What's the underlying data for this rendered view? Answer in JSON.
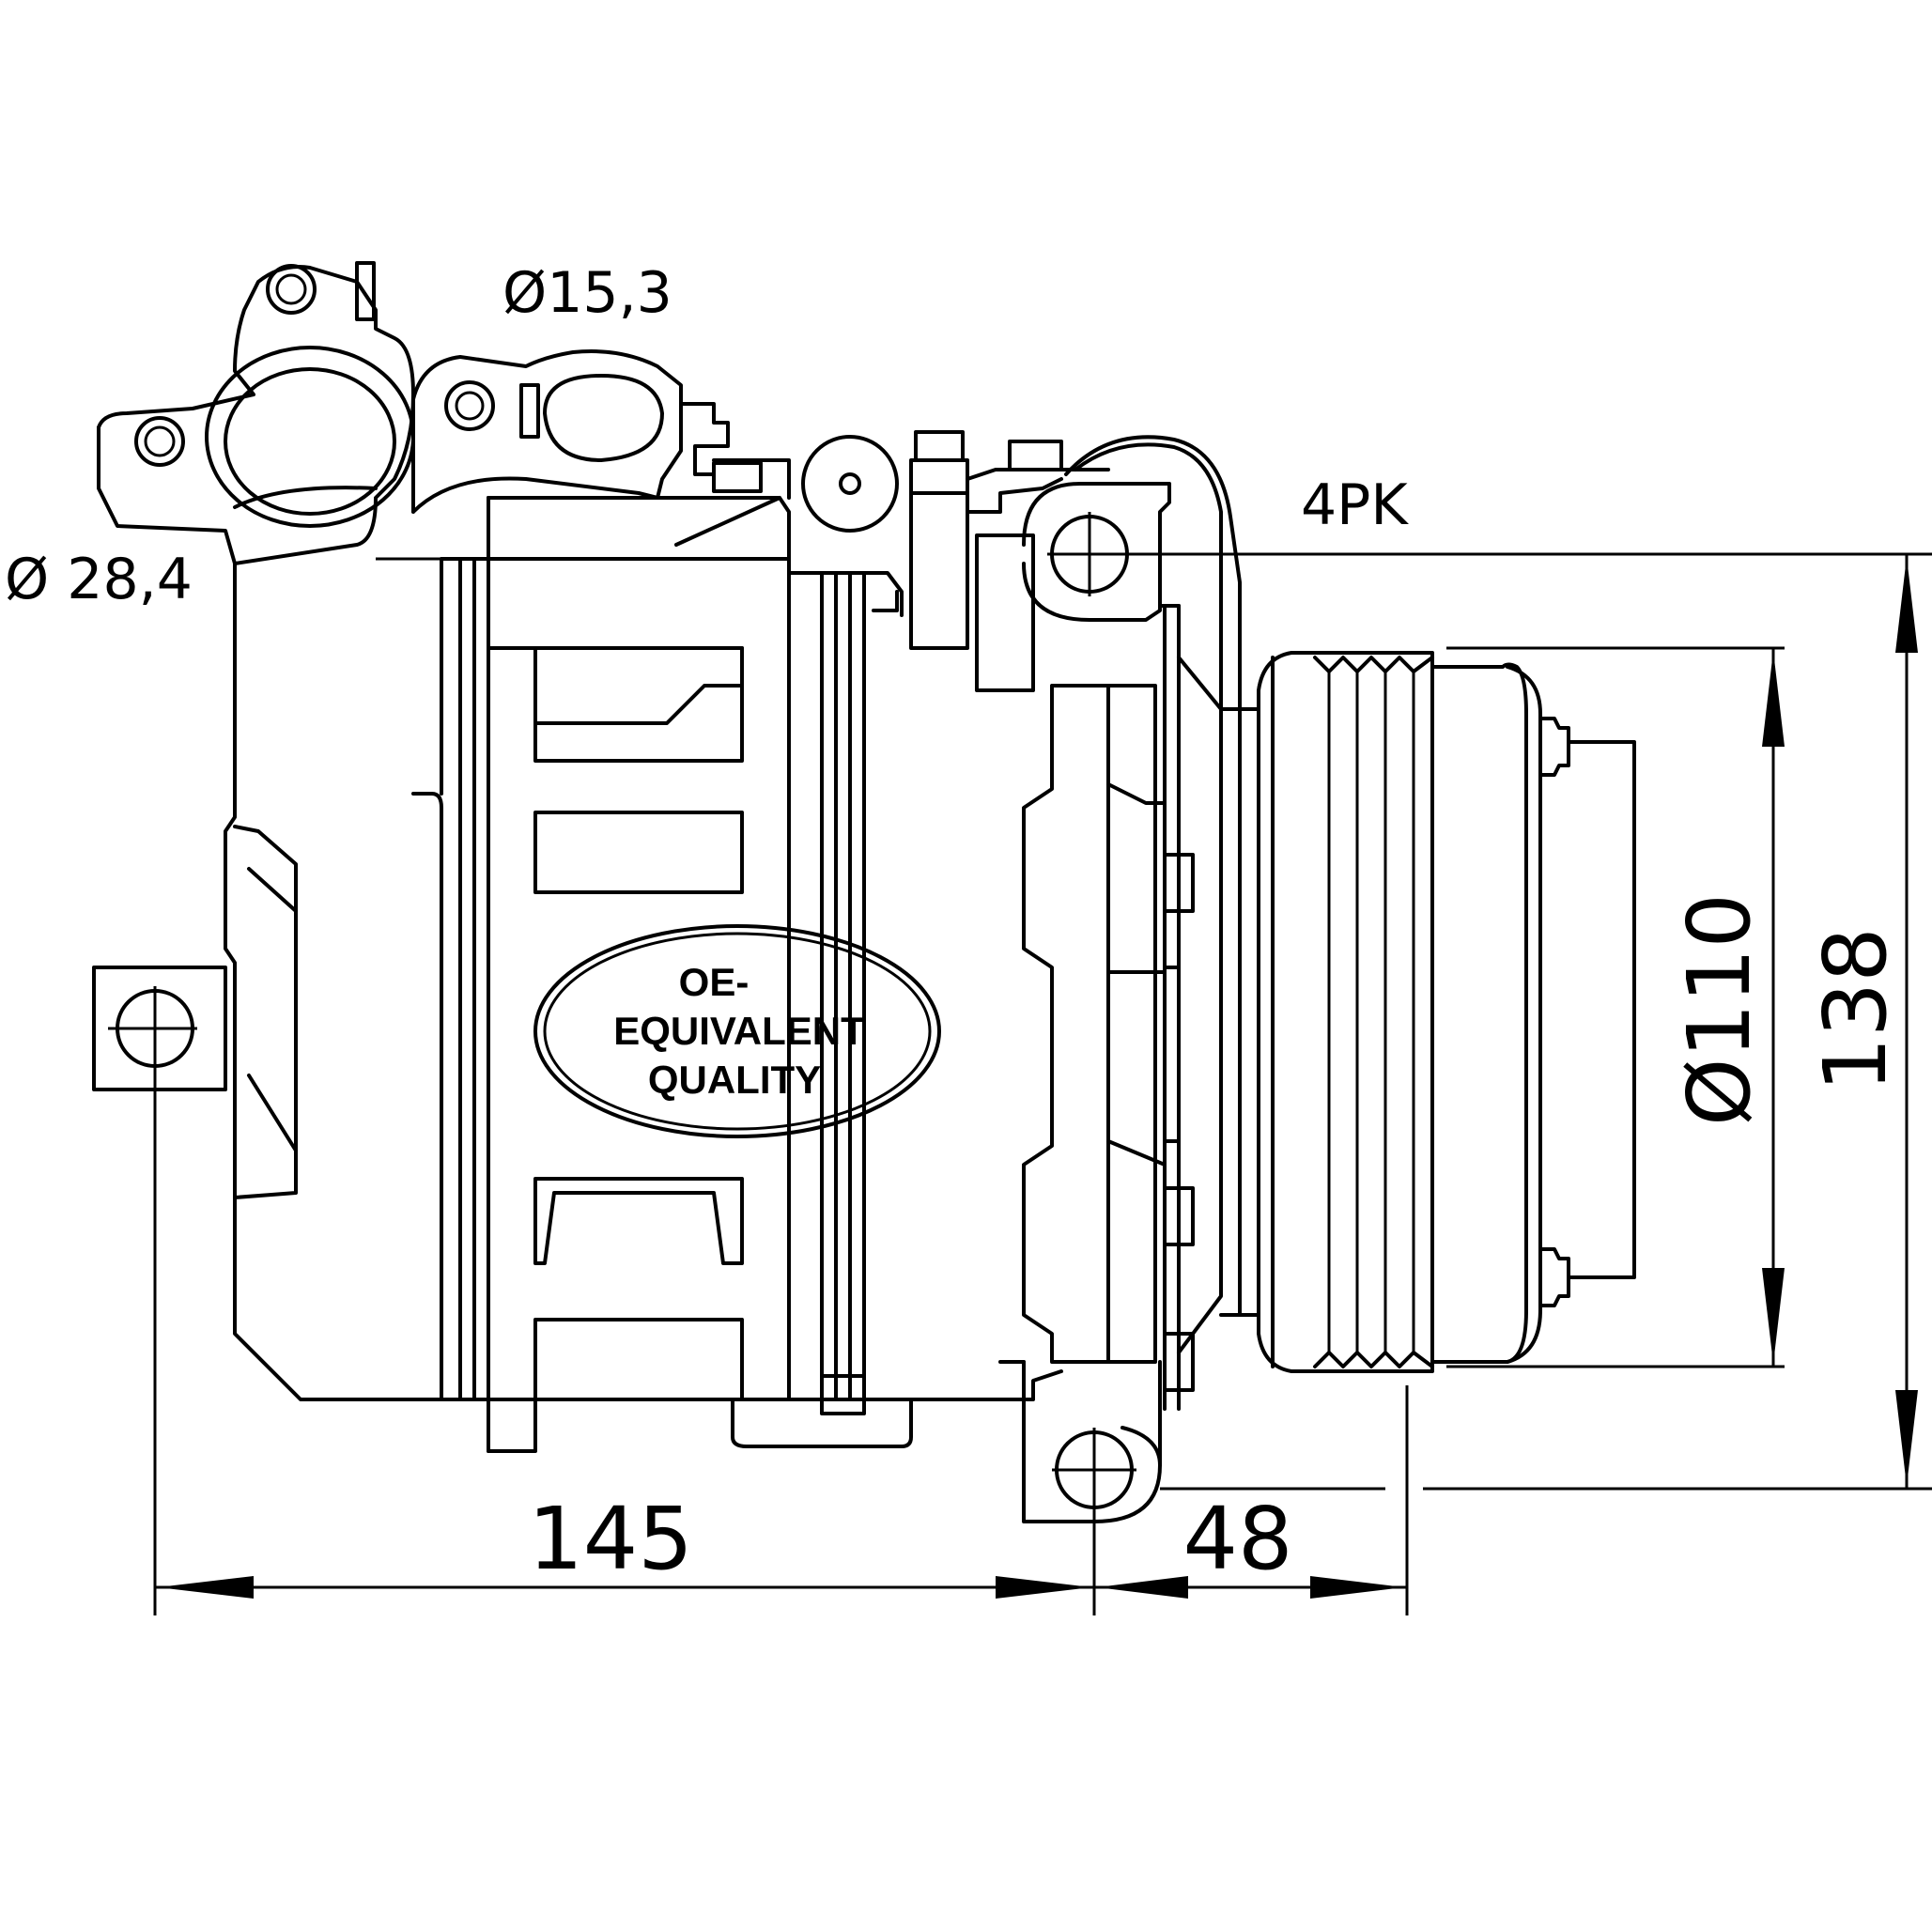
{
  "labels": {
    "port_small": "Ø15,3",
    "port_large": "Ø 28,4",
    "belt": "4PK"
  },
  "dimensions": {
    "mount_spacing": "145",
    "pulley_offset": "48",
    "pulley_diameter": "Ø110",
    "height": "138"
  },
  "badge": {
    "line1": "OE-",
    "line2": "EQUIVALENT",
    "line3": "QUALITY"
  }
}
